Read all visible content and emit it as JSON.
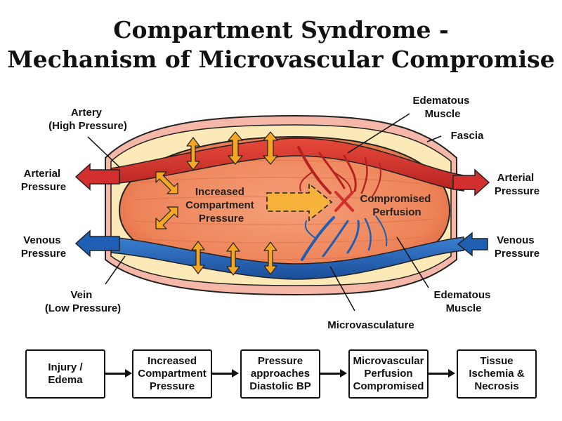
{
  "title": {
    "line1": "Compartment Syndrome -",
    "line2": "Mechanism of Microvascular Compromise"
  },
  "labels": {
    "artery": "Artery",
    "artery_sub": "(High Pressure)",
    "arterial_pressure_left": [
      "Arterial",
      "Pressure"
    ],
    "arterial_pressure_right": [
      "Arterial",
      "Pressure"
    ],
    "venous_pressure_left": [
      "Venous",
      "Pressure"
    ],
    "venous_pressure_right": [
      "Venous",
      "Pressure"
    ],
    "vein": "Vein",
    "vein_sub": "(Low Pressure)",
    "edematous_muscle_top": [
      "Edematous",
      "Muscle"
    ],
    "edematous_muscle_bottom": [
      "Edematous",
      "Muscle"
    ],
    "fascia": "Fascia",
    "microvasculature": "Microvasculature",
    "increased_pressure": [
      "Increased",
      "Compartment",
      "Pressure"
    ],
    "compromised_perfusion": [
      "Compromised",
      "Perfusion"
    ]
  },
  "flow": [
    "Injury /\nEdema",
    "Increased\nCompartment\nPressure",
    "Pressure\napproaches\nDiastolic BP",
    "Microvascular\nPerfusion\nCompromised",
    "Tissue\nIschemia &\nNecrosis"
  ],
  "colors": {
    "artery": "#d32f2f",
    "vein": "#1e5fb4",
    "muscle": "#f08a60",
    "fascia": "#fbe9b7",
    "fascia_outer": "#f4b7a8",
    "pressure_arrow": "#f5a623"
  }
}
